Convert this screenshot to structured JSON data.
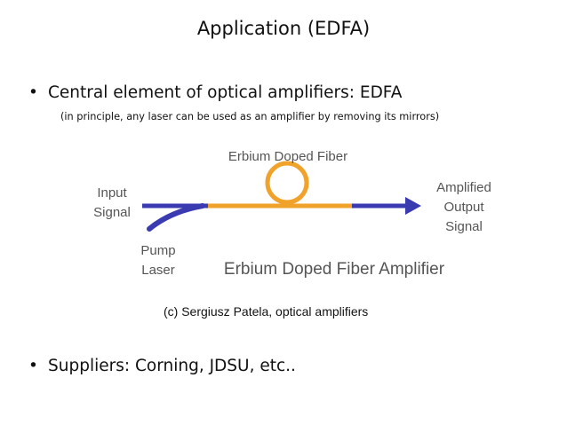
{
  "slide": {
    "title": "Application (EDFA)",
    "bullet1": "Central element of  optical amplifiers: EDFA",
    "subnote": "(in principle, any laser can be used as an amplifier by removing its  mirrors)",
    "bullet2": "Suppliers: Corning, JDSU, etc..",
    "bullet_glyph": "•"
  },
  "diagram": {
    "label_fiber": "Erbium Doped Fiber",
    "label_input": [
      "Input",
      "Signal"
    ],
    "label_pump": [
      "Pump",
      "Laser"
    ],
    "label_output": [
      "Amplified",
      "Output",
      "Signal"
    ],
    "caption": "Erbium Doped Fiber Amplifier",
    "credit": "(c) Sergiusz Patela, optical amplifiers",
    "colors": {
      "signal": "#3a3bb0",
      "fiber": "#f0a22a",
      "label": "#555555"
    }
  }
}
